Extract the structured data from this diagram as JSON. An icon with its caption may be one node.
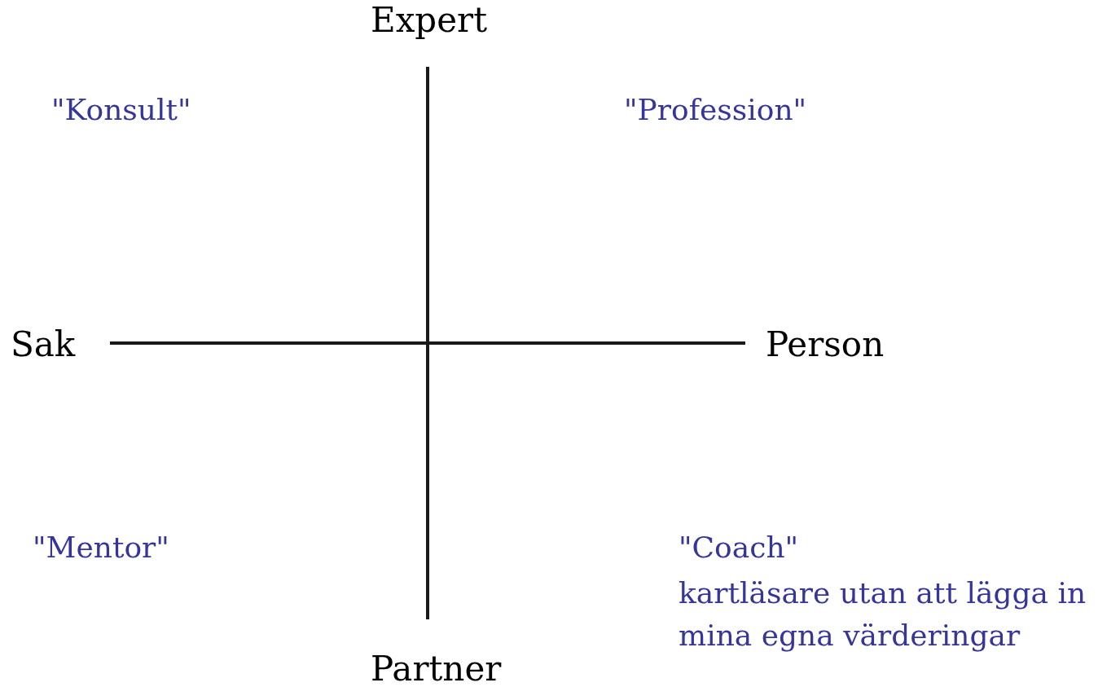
{
  "diagram": {
    "labels": [
      "Expert",
      "\"Konsult\"",
      "\"Profession\"",
      "Sak",
      "Person",
      "\"Mentor\"",
      "\"Coach\"",
      "kartläsare utan att lägga in mina egna värderingar",
      "Partner"
    ]
  }
}
